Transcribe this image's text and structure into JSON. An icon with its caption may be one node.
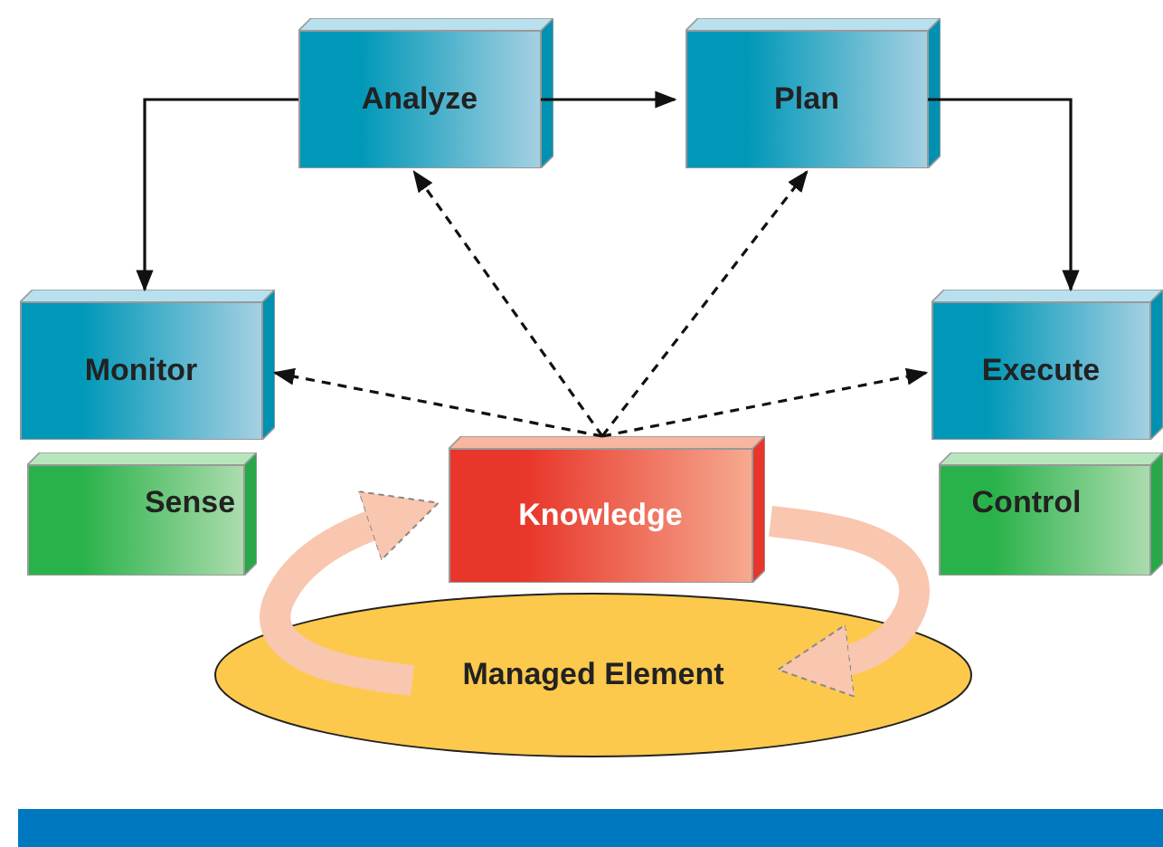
{
  "diagram": {
    "nodes": [
      {
        "text": [
          "Analyze"
        ]
      },
      {
        "text": [
          "Plan"
        ]
      },
      {
        "text": [
          "Monitor"
        ]
      },
      {
        "text": [
          "Execute"
        ]
      },
      {
        "text": [
          "Sense"
        ]
      },
      {
        "text": [
          "Knowledge"
        ]
      },
      {
        "text": [
          "Control"
        ]
      },
      {
        "text": [
          "Managed Element"
        ]
      }
    ],
    "edges": [
      {
        "from": 0,
        "to": 1,
        "arrow": "to"
      },
      {
        "from": 0,
        "to": 2,
        "arrow": "to"
      },
      {
        "from": 1,
        "to": 3,
        "arrow": "to"
      },
      {
        "from": 5,
        "to": 0,
        "arrow": "to",
        "style": "dashed"
      },
      {
        "from": 5,
        "to": 1,
        "arrow": "to",
        "style": "dashed"
      },
      {
        "from": 5,
        "to": 2,
        "arrow": "to",
        "style": "dashed"
      },
      {
        "from": 5,
        "to": 3,
        "arrow": "to",
        "style": "dashed"
      },
      {
        "from": 7,
        "to": 5,
        "arrow": "to",
        "style": "thick",
        "color": "#f9c6b0"
      },
      {
        "from": 5,
        "to": 7,
        "arrow": "to",
        "style": "thick",
        "color": "#f9c6b0"
      }
    ]
  }
}
